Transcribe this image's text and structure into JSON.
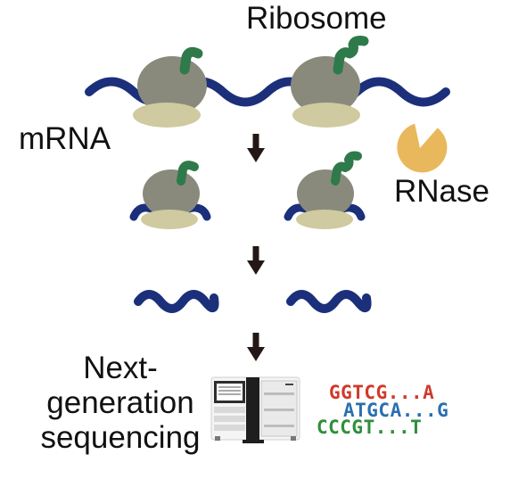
{
  "colors": {
    "mrna": "#1c2f7b",
    "ribosome_body": "#8a8a7c",
    "ribosome_base": "#cfca9f",
    "peptide": "#2f7a4a",
    "rnase": "#e9b85c",
    "arrow": "#231814",
    "seq_red": "#d0392b",
    "seq_blue": "#2a6fb0",
    "seq_green": "#2f8f3a"
  },
  "labels": {
    "ribosome": "Ribosome",
    "mrna": "mRNA",
    "rnase": "RNase",
    "ngs_line1": "Next-",
    "ngs_line2": "generation",
    "ngs_line3": "sequencing"
  },
  "reads": {
    "line1": "GGTCG...A",
    "line2": "ATGCA...G",
    "line3": "CCCGT...T"
  }
}
